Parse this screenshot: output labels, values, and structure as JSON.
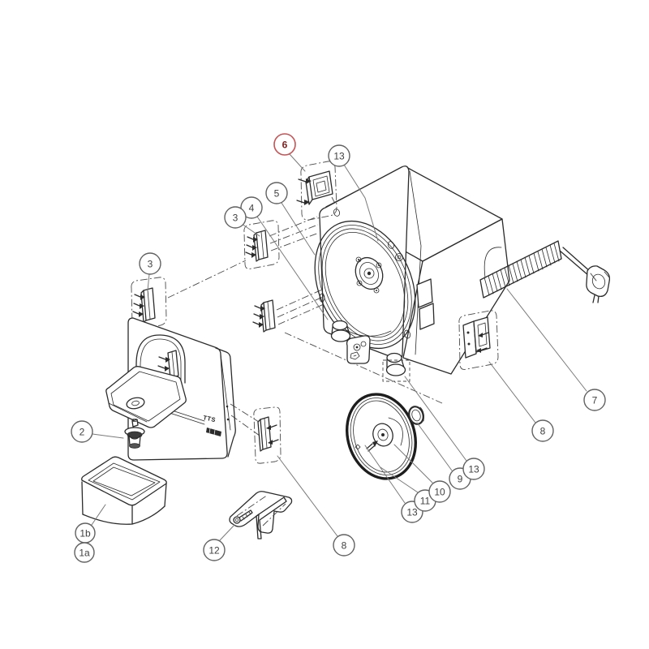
{
  "diagram": {
    "cover_logo": "TTS",
    "colors": {
      "line": "#2b2b2b",
      "leader": "#7a7a7a",
      "callout_stroke": "#616161",
      "callout_text": "#3f3f3f",
      "highlight_fill": "#ee8f90",
      "highlight_stroke": "#c65456",
      "highlight_text": "#7e2222"
    },
    "callouts": [
      {
        "label": "6",
        "highlighted": true
      },
      {
        "label": "13",
        "highlighted": false
      },
      {
        "label": "5",
        "highlighted": false
      },
      {
        "label": "4",
        "highlighted": false
      },
      {
        "label": "3",
        "highlighted": false
      },
      {
        "label": "3",
        "highlighted": false
      },
      {
        "label": "2",
        "highlighted": false
      },
      {
        "label": "1b",
        "highlighted": false
      },
      {
        "label": "1a",
        "highlighted": false
      },
      {
        "label": "12",
        "highlighted": false
      },
      {
        "label": "8",
        "highlighted": false
      },
      {
        "label": "13",
        "highlighted": false
      },
      {
        "label": "11",
        "highlighted": false
      },
      {
        "label": "10",
        "highlighted": false
      },
      {
        "label": "9",
        "highlighted": false
      },
      {
        "label": "13",
        "highlighted": false
      },
      {
        "label": "7",
        "highlighted": false
      },
      {
        "label": "8",
        "highlighted": false
      }
    ]
  }
}
